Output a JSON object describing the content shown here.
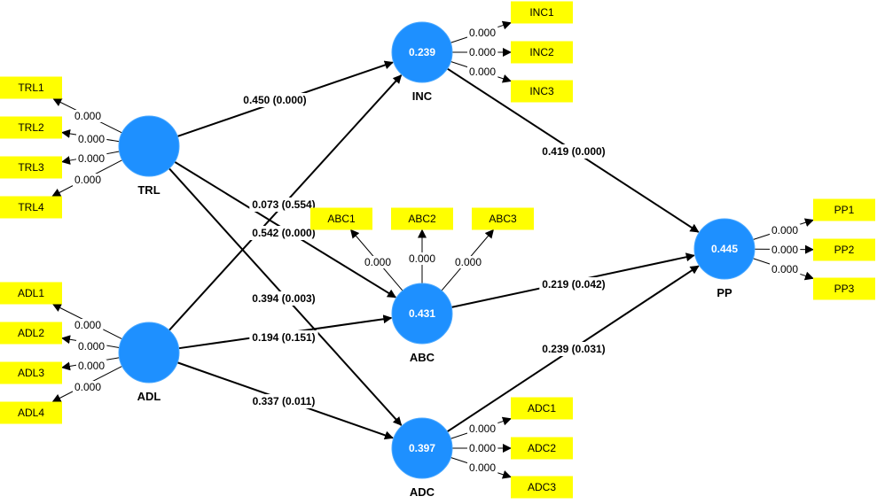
{
  "diagram": {
    "type": "pls-sem-path-model",
    "colors": {
      "latent_fill": "#1e90ff",
      "indicator_fill": "#ffff00",
      "arrow": "#000000",
      "latent_text": "#ffffff"
    },
    "latent_variables": [
      {
        "id": "TRL",
        "label": "TRL",
        "r2": ""
      },
      {
        "id": "ADL",
        "label": "ADL",
        "r2": ""
      },
      {
        "id": "INC",
        "label": "INC",
        "r2": "0.239"
      },
      {
        "id": "ABC",
        "label": "ABC",
        "r2": "0.431"
      },
      {
        "id": "ADC",
        "label": "ADC",
        "r2": "0.397"
      },
      {
        "id": "PP",
        "label": "PP",
        "r2": "0.445"
      }
    ],
    "indicators": [
      {
        "id": "TRL1",
        "label": "TRL1",
        "lv": "TRL",
        "value": "0.000"
      },
      {
        "id": "TRL2",
        "label": "TRL2",
        "lv": "TRL",
        "value": "0.000"
      },
      {
        "id": "TRL3",
        "label": "TRL3",
        "lv": "TRL",
        "value": "0.000"
      },
      {
        "id": "TRL4",
        "label": "TRL4",
        "lv": "TRL",
        "value": "0.000"
      },
      {
        "id": "ADL1",
        "label": "ADL1",
        "lv": "ADL",
        "value": "0.000"
      },
      {
        "id": "ADL2",
        "label": "ADL2",
        "lv": "ADL",
        "value": "0.000"
      },
      {
        "id": "ADL3",
        "label": "ADL3",
        "lv": "ADL",
        "value": "0.000"
      },
      {
        "id": "ADL4",
        "label": "ADL4",
        "lv": "ADL",
        "value": "0.000"
      },
      {
        "id": "INC1",
        "label": "INC1",
        "lv": "INC",
        "value": "0.000"
      },
      {
        "id": "INC2",
        "label": "INC2",
        "lv": "INC",
        "value": "0.000"
      },
      {
        "id": "INC3",
        "label": "INC3",
        "lv": "INC",
        "value": "0.000"
      },
      {
        "id": "ABC1",
        "label": "ABC1",
        "lv": "ABC",
        "value": "0.000"
      },
      {
        "id": "ABC2",
        "label": "ABC2",
        "lv": "ABC",
        "value": "0.000"
      },
      {
        "id": "ABC3",
        "label": "ABC3",
        "lv": "ABC",
        "value": "0.000"
      },
      {
        "id": "ADC1",
        "label": "ADC1",
        "lv": "ADC",
        "value": "0.000"
      },
      {
        "id": "ADC2",
        "label": "ADC2",
        "lv": "ADC",
        "value": "0.000"
      },
      {
        "id": "ADC3",
        "label": "ADC3",
        "lv": "ADC",
        "value": "0.000"
      },
      {
        "id": "PP1",
        "label": "PP1",
        "lv": "PP",
        "value": "0.000"
      },
      {
        "id": "PP2",
        "label": "PP2",
        "lv": "PP",
        "value": "0.000"
      },
      {
        "id": "PP3",
        "label": "PP3",
        "lv": "PP",
        "value": "0.000"
      }
    ],
    "paths": [
      {
        "from": "TRL",
        "to": "INC",
        "label": "0.450 (0.000)"
      },
      {
        "from": "TRL",
        "to": "ABC",
        "label": "0.542 (0.000)"
      },
      {
        "from": "TRL",
        "to": "ADC",
        "label": "0.394 (0.003)"
      },
      {
        "from": "ADL",
        "to": "INC",
        "label": "0.073 (0.554)"
      },
      {
        "from": "ADL",
        "to": "ABC",
        "label": "0.194 (0.151)"
      },
      {
        "from": "ADL",
        "to": "ADC",
        "label": "0.337 (0.011)"
      },
      {
        "from": "INC",
        "to": "PP",
        "label": "0.419 (0.000)"
      },
      {
        "from": "ABC",
        "to": "PP",
        "label": "0.219 (0.042)"
      },
      {
        "from": "ADC",
        "to": "PP",
        "label": "0.239 (0.031)"
      }
    ]
  }
}
